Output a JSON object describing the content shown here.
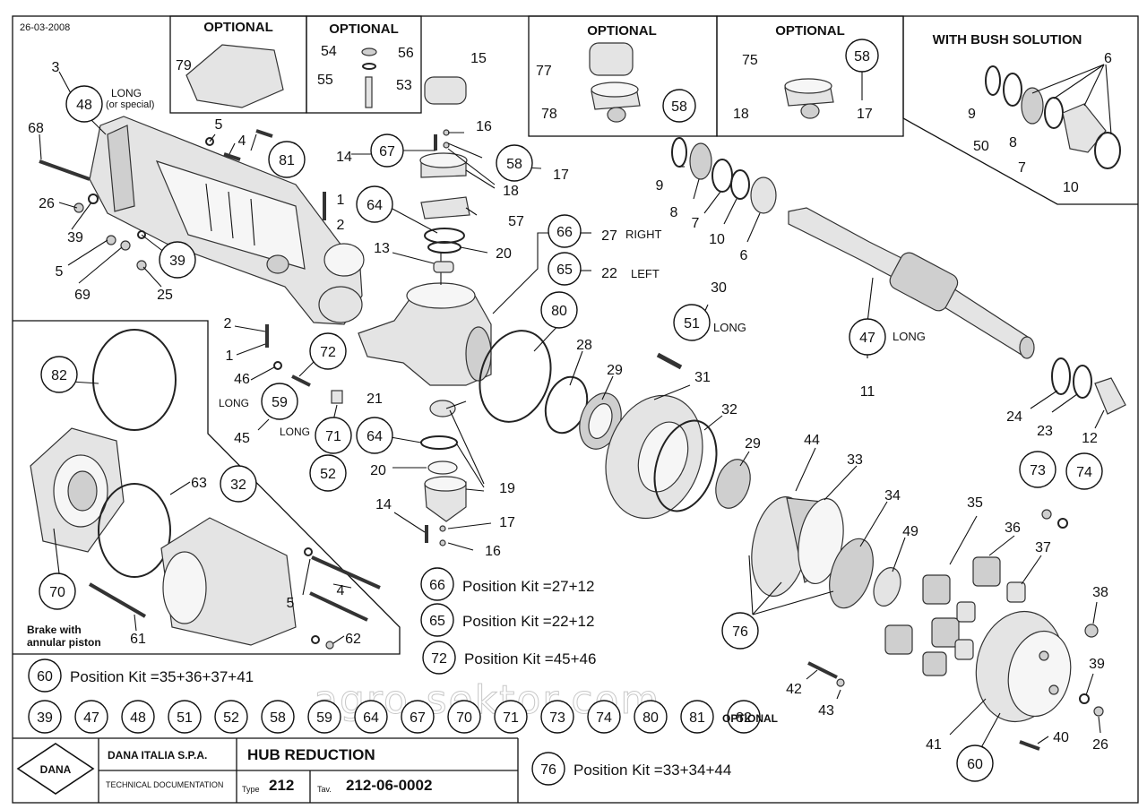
{
  "doc_date": "26-03-2008",
  "optional_boxes": [
    {
      "title": "OPTIONAL",
      "callouts": [
        "79"
      ]
    },
    {
      "title": "OPTIONAL",
      "callouts": [
        "54",
        "56",
        "55",
        "53"
      ]
    },
    {
      "title": "OPTIONAL",
      "callouts": [
        "77",
        "78",
        "58"
      ]
    },
    {
      "title": "OPTIONAL",
      "callouts": [
        "75",
        "58",
        "18",
        "17"
      ]
    }
  ],
  "bush_solution": {
    "title": "WITH BUSH SOLUTION",
    "callouts": [
      "6",
      "9",
      "50",
      "8",
      "7",
      "10"
    ]
  },
  "notes": {
    "long": "LONG",
    "long_or_special": "(or special)",
    "right": "RIGHT",
    "left": "LEFT",
    "optional": "OPTIONAL",
    "brake_line1": "Brake with",
    "brake_line2": "annular piston"
  },
  "position_kits": [
    {
      "num": "66",
      "text": "Position Kit =27+12"
    },
    {
      "num": "65",
      "text": "Position Kit =22+12"
    },
    {
      "num": "72",
      "text": "Position Kit =45+46"
    },
    {
      "num": "60",
      "text": "Position Kit =35+36+37+41"
    },
    {
      "num": "76",
      "text": "Position Kit =33+34+44"
    }
  ],
  "optional_row": [
    "39",
    "47",
    "48",
    "51",
    "52",
    "58",
    "59",
    "64",
    "67",
    "70",
    "71",
    "73",
    "74",
    "80",
    "81",
    "82"
  ],
  "circled_callouts": [
    "48",
    "81",
    "39",
    "67",
    "58",
    "64",
    "66",
    "65",
    "15",
    "80",
    "72",
    "59",
    "51",
    "47",
    "71",
    "52",
    "64",
    "82",
    "32",
    "70",
    "73",
    "74",
    "76",
    "60"
  ],
  "plain_callouts": [
    "3",
    "68",
    "5",
    "4",
    "26",
    "39",
    "5",
    "69",
    "25",
    "1",
    "2",
    "16",
    "14",
    "17",
    "18",
    "57",
    "20",
    "13",
    "27",
    "22",
    "30",
    "9",
    "8",
    "7",
    "10",
    "6",
    "11",
    "2",
    "1",
    "46",
    "45",
    "21",
    "28",
    "29",
    "31",
    "32",
    "29",
    "44",
    "33",
    "34",
    "35",
    "36",
    "37",
    "38",
    "49",
    "24",
    "23",
    "12",
    "20",
    "19",
    "14",
    "17",
    "16",
    "63",
    "5",
    "4",
    "62",
    "61",
    "42",
    "43",
    "39",
    "40",
    "26",
    "41"
  ],
  "title_block": {
    "logo": "DANA",
    "company": "DANA ITALIA S.P.A.",
    "subtitle": "TECHNICAL DOCUMENTATION",
    "title": "HUB REDUCTION",
    "type_label": "Type",
    "type_value": "212",
    "tav_label": "Tav.",
    "tav_value": "212-06-0002"
  },
  "watermark": "agro-sektor.com"
}
